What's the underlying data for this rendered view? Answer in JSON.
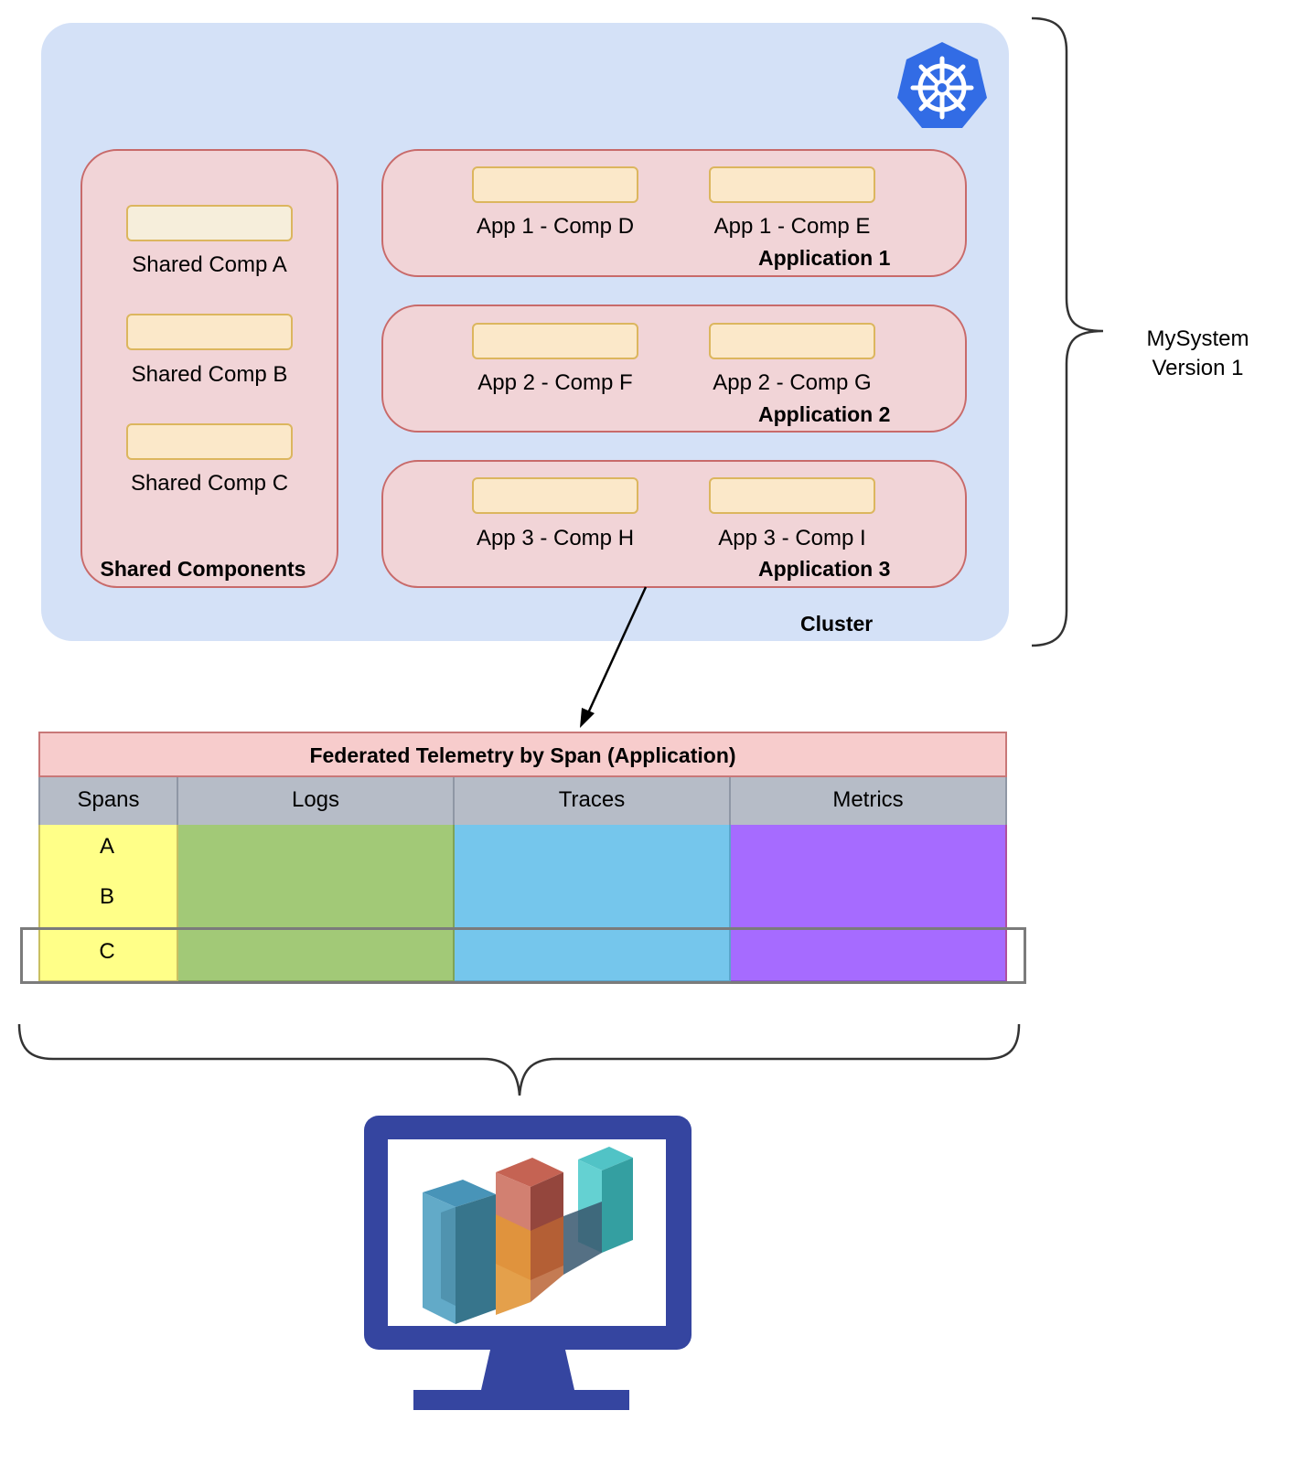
{
  "diagram": {
    "cluster_label": "Cluster",
    "kubernetes_icon": "kubernetes-helm-icon",
    "system_label_line1": "MySystem",
    "system_label_line2": "Version 1",
    "shared": {
      "title": "Shared Components",
      "components": [
        "Shared Comp A",
        "Shared Comp B",
        "Shared Comp C"
      ]
    },
    "applications": [
      {
        "title": "Application 1",
        "components": [
          "App 1 - Comp D",
          "App 1 - Comp E"
        ]
      },
      {
        "title": "Application 2",
        "components": [
          "App 2 - Comp F",
          "App 2 - Comp G"
        ]
      },
      {
        "title": "Application 3",
        "components": [
          "App 3 - Comp H",
          "App 3 - Comp I"
        ]
      }
    ]
  },
  "telemetry": {
    "title": "Federated Telemetry by Span (Application)",
    "headers": [
      "Spans",
      "Logs",
      "Traces",
      "Metrics"
    ],
    "spans": [
      "A",
      "B",
      "C"
    ],
    "colors": {
      "spans": "#ffff88",
      "logs": "#a2c977",
      "traces": "#75c6ec",
      "metrics": "#a66bff",
      "header": "#b6bcc7",
      "title": "#f7cccc"
    }
  },
  "monitor": {
    "icon": "monitor-dashboard-icon",
    "frame_color": "#3545a0"
  },
  "cluster_color": "#d4e1f7"
}
